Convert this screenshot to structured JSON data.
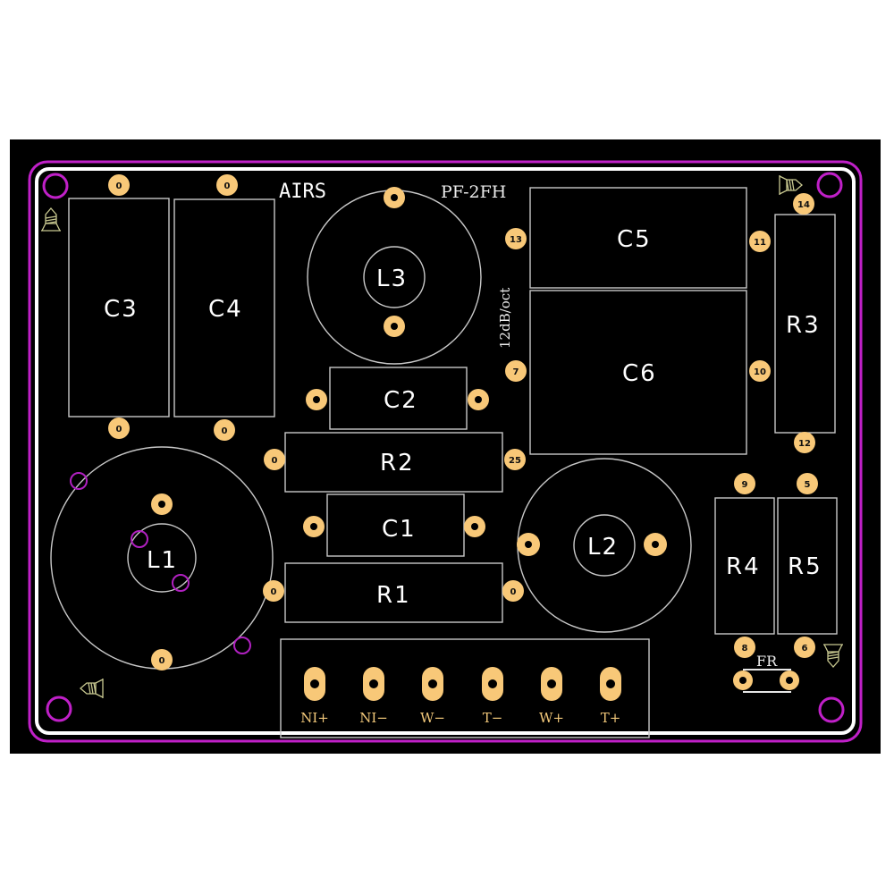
{
  "board": {
    "brand": "AIRS",
    "model": "PF-2FH",
    "slope": "12dB/oct",
    "colors": {
      "board": "#000000",
      "outline_outer": "#c020c8",
      "outline_inner": "#ffffff",
      "silkscreen": "#c8c8c8",
      "pad": "#f8c878",
      "via": "#b020c0",
      "screw": "#c8c890"
    }
  },
  "components": {
    "C3": {
      "label": "C3"
    },
    "C4": {
      "label": "C4"
    },
    "L3": {
      "label": "L3"
    },
    "C5": {
      "label": "C5"
    },
    "C6": {
      "label": "C6"
    },
    "R3": {
      "label": "R3"
    },
    "C2": {
      "label": "C2"
    },
    "R2": {
      "label": "R2"
    },
    "C1": {
      "label": "C1"
    },
    "R1": {
      "label": "R1"
    },
    "L1": {
      "label": "L1"
    },
    "L2": {
      "label": "L2"
    },
    "R4": {
      "label": "R4"
    },
    "R5": {
      "label": "R5"
    },
    "FR": {
      "label": "FR"
    }
  },
  "pads": {
    "c3_top": "0",
    "c4_top": "0",
    "c3_bottom": "0",
    "c4_bottom": "0",
    "c5_left": "13",
    "c5_right": "11",
    "r3_top": "14",
    "r3_bottom": "12",
    "c6_left": "7",
    "c6_right": "10",
    "r2_left": "0",
    "r2_right": "25",
    "r1_left": "0",
    "r1_right": "0",
    "l1_bottom": "0",
    "r4_top": "9",
    "r4_bottom": "8",
    "r5_top": "5",
    "r5_bottom": "6"
  },
  "terminals": [
    {
      "label": "NI+"
    },
    {
      "label": "NI−"
    },
    {
      "label": "W−"
    },
    {
      "label": "T−"
    },
    {
      "label": "W+"
    },
    {
      "label": "T+"
    }
  ]
}
